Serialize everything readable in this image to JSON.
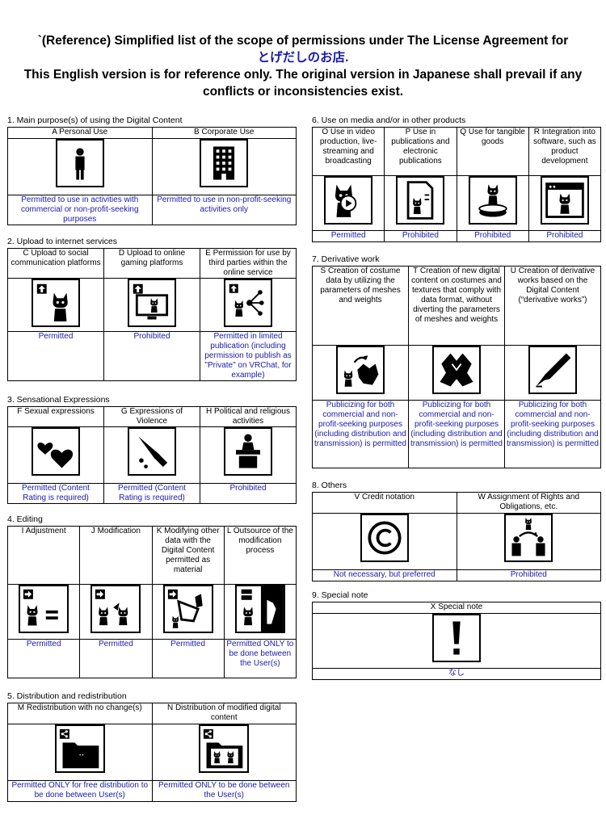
{
  "header": {
    "line1": "`(Reference) Simplified list of the scope of permissions under The License Agreement for",
    "shop": "とげだしのお店.",
    "line2": "This English version is for reference only. The original version in Japanese shall prevail if any conflicts or inconsistencies exist."
  },
  "s1": {
    "title": "1. Main purpose(s) of using the Digital Content",
    "items": [
      {
        "head": "A Personal Use",
        "icon": "person-icon",
        "status": "Permitted to use in activities with commercial or non-profit-seeking purposes"
      },
      {
        "head": "B  Corporate Use",
        "icon": "building-icon",
        "status": "Permitted to use in non-profit-seeking activities only"
      }
    ]
  },
  "s2": {
    "title": "2. Upload to internet services",
    "items": [
      {
        "head": "C Upload to social communication platforms",
        "icon": "upload-cat-icon",
        "status": "Permitted"
      },
      {
        "head": "D Upload to online gaming platforms",
        "icon": "game-upload-icon",
        "status": "Prohibited"
      },
      {
        "head": "E Permission for use by third parties within the online service",
        "icon": "share-network-icon",
        "status": "Permitted in limited publication (including permission to publish as \"Private\" on VRChat, for example)"
      }
    ]
  },
  "s3": {
    "title": "3. Sensational Expressions",
    "items": [
      {
        "head": "F Sexual expressions",
        "icon": "hearts-icon",
        "status": "Permitted (Content Rating is required)"
      },
      {
        "head": "G Expressions of Violence",
        "icon": "knife-icon",
        "status": "Permitted (Content Rating is required)"
      },
      {
        "head": "H Political and religious activities",
        "icon": "podium-icon",
        "status": "Prohibited"
      }
    ]
  },
  "s4": {
    "title": "4. Editing",
    "items": [
      {
        "head": "I Adjustment",
        "icon": "adjust-icon",
        "status": "Permitted"
      },
      {
        "head": "J Modification",
        "icon": "modify-icon",
        "status": "Permitted"
      },
      {
        "head": "K Modifying other data with the Digital Content permitted as material",
        "icon": "modify-other-icon",
        "status": "Permitted"
      },
      {
        "head": "L Outsource of the modification process",
        "icon": "outsource-icon",
        "status": "Permitted ONLY to be done between the User(s)"
      }
    ]
  },
  "s5": {
    "title": "5. Distribution and redistribution",
    "items": [
      {
        "head": "M Redistribution with no change(s)",
        "icon": "redistribute-icon",
        "status": "Permitted ONLY for free distribution to be done between User(s)"
      },
      {
        "head": "N Distribution of modified digital content",
        "icon": "distribute-modified-icon",
        "status": "Permitted ONLY to be done between the User(s)"
      }
    ]
  },
  "s6": {
    "title": "6. Use on media and/or in other products",
    "items": [
      {
        "head": "O Use in video production, live-streaming and broadcasting",
        "icon": "video-cat-icon",
        "status": "Permitted"
      },
      {
        "head": "P Use in publications and electronic publications",
        "icon": "document-cat-icon",
        "status": "Prohibited"
      },
      {
        "head": "Q Use for tangible goods",
        "icon": "figure-cat-icon",
        "status": "Prohibited"
      },
      {
        "head": "R Integration into software, such as product development",
        "icon": "software-cat-icon",
        "status": "Prohibited"
      }
    ]
  },
  "s7": {
    "title": "7. Derivative work",
    "items": [
      {
        "head": "S Creation of costume data by utilizing the parameters of meshes and weights",
        "icon": "costume-cat-icon",
        "status": "Publicizing for both commercial and non-profit-seeking purposes (including distribution and transmission) is permitted"
      },
      {
        "head": "T Creation of new digital content on costumes and textures that comply with data format, without diverting the parameters of meshes and weights",
        "icon": "costume-icon",
        "status": "Publicizing for both commercial and non-profit-seeking purposes (including distribution and transmission) is permitted"
      },
      {
        "head": "U Creation of derivative works based on the Digital Content (“derivative works”)",
        "icon": "pen-nib-icon",
        "status": "Publicizing for both commercial and non-profit-seeking purposes (including distribution and transmission) is permitted"
      }
    ]
  },
  "s8": {
    "title": "8. Others",
    "items": [
      {
        "head": "V Credit notation",
        "icon": "copyright-icon",
        "status": "Not necessary, but preferred"
      },
      {
        "head": "W Assignment of Rights and Obligations, etc.",
        "icon": "transfer-icon",
        "status": "Prohibited"
      }
    ]
  },
  "s9": {
    "title": "9. Special note",
    "items": [
      {
        "head": "X Special note",
        "icon": "exclamation-icon",
        "status": "なし"
      }
    ]
  }
}
